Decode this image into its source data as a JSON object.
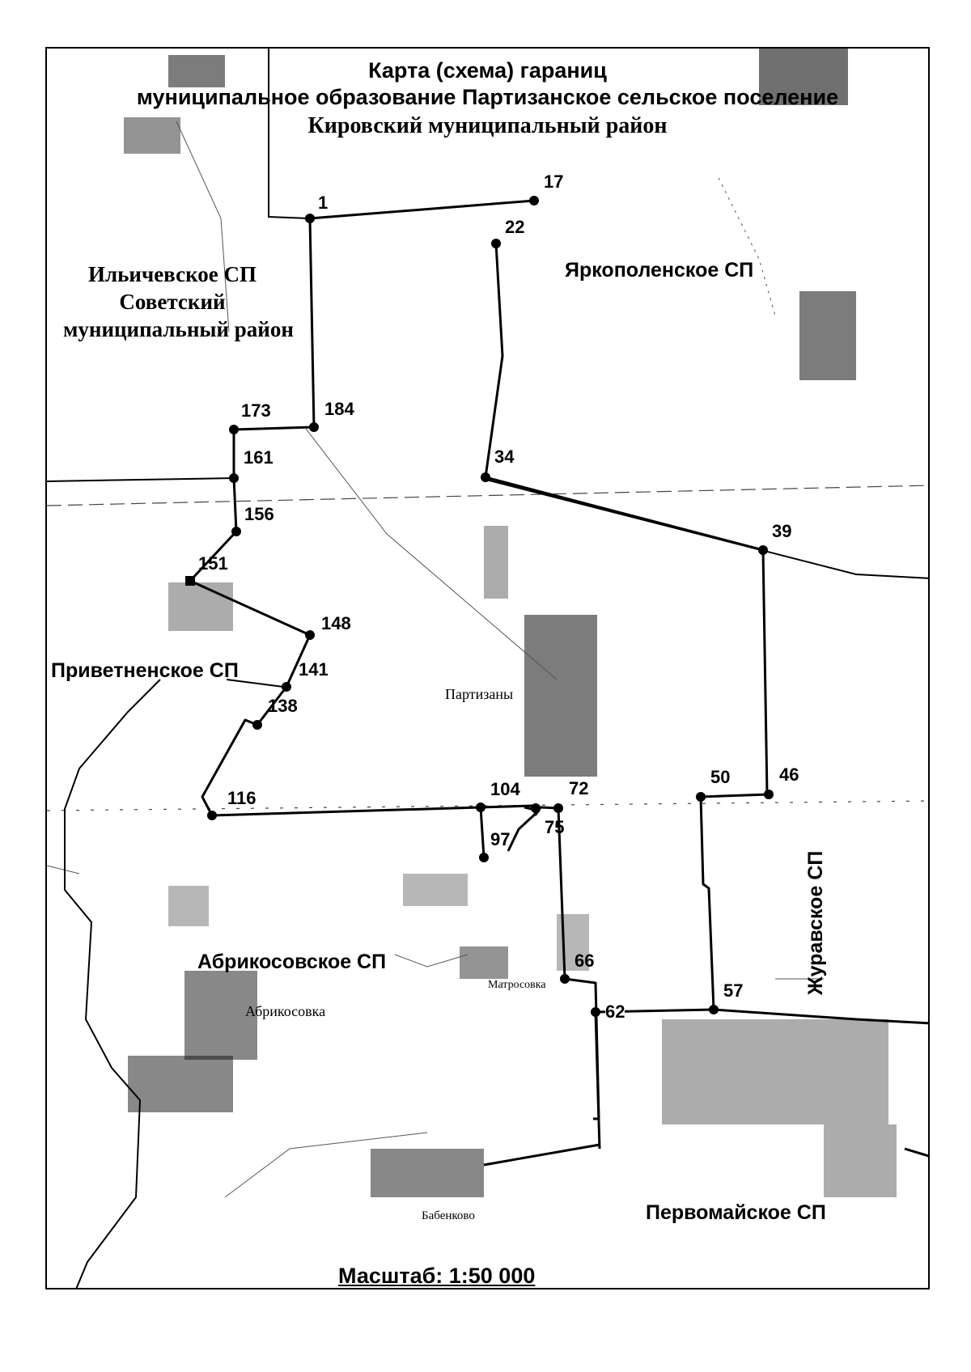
{
  "title": {
    "line1": "Карта (схема) гараниц",
    "line2": "муниципальное образование Партизанское сельское поселение",
    "line3": "Кировский муниципальный район"
  },
  "regions": {
    "ilichevskoe": {
      "line1": "Ильичевское СП",
      "line2": "Советский",
      "line3": "муниципальный район"
    },
    "yarkopolenskoe": "Яркополенское СП",
    "privetnenskoe": "Приветненское СП",
    "abrikosovskoe": "Абрикосовское СП",
    "zhuravskoe": "Журавское СП",
    "pervomayskoe": "Первомайское СП"
  },
  "settlements": {
    "partizany": "Партизаны",
    "abrikosovka": "Абрикосовка",
    "matrosovka": "Матросовка",
    "babenkovo": "Бабенково"
  },
  "points": [
    {
      "id": "p1",
      "label": "1"
    },
    {
      "id": "p17",
      "label": "17"
    },
    {
      "id": "p22",
      "label": "22"
    },
    {
      "id": "p173",
      "label": "173"
    },
    {
      "id": "p184",
      "label": "184"
    },
    {
      "id": "p161",
      "label": "161"
    },
    {
      "id": "p34",
      "label": "34"
    },
    {
      "id": "p156",
      "label": "156"
    },
    {
      "id": "p39",
      "label": "39"
    },
    {
      "id": "p151",
      "label": "151"
    },
    {
      "id": "p148",
      "label": "148"
    },
    {
      "id": "p141",
      "label": "141"
    },
    {
      "id": "p138",
      "label": "138"
    },
    {
      "id": "p116",
      "label": "116"
    },
    {
      "id": "p104",
      "label": "104"
    },
    {
      "id": "p72",
      "label": "72"
    },
    {
      "id": "p50",
      "label": "50"
    },
    {
      "id": "p46",
      "label": "46"
    },
    {
      "id": "p75",
      "label": "75"
    },
    {
      "id": "p97",
      "label": "97"
    },
    {
      "id": "p66",
      "label": "66"
    },
    {
      "id": "p57",
      "label": "57"
    },
    {
      "id": "p62",
      "label": "62"
    }
  ],
  "scale": "Масштаб: 1:50 000"
}
